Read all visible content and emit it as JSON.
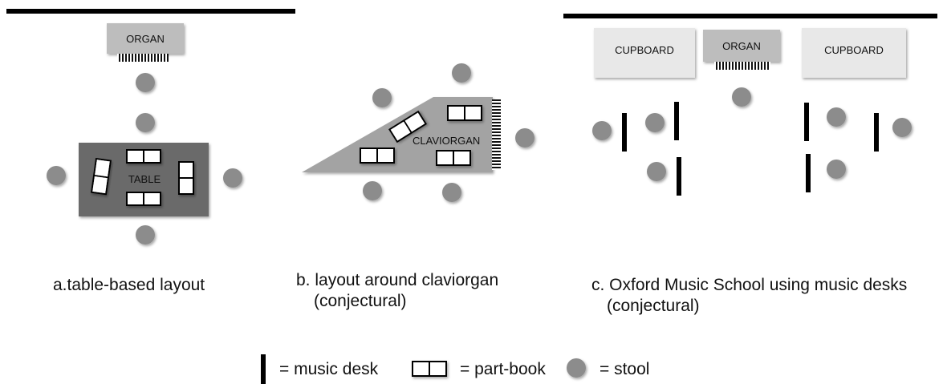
{
  "diagram_a": {
    "organ_label": "ORGAN",
    "table_label": "TABLE",
    "caption": "a.table-based layout"
  },
  "diagram_b": {
    "instrument_label": "CLAVIORGAN",
    "caption_line1": "b. layout around claviorgan",
    "caption_line2": "(conjectural)"
  },
  "diagram_c": {
    "cupboard_left_label": "CUPBOARD",
    "organ_label": "ORGAN",
    "cupboard_right_label": "CUPBOARD",
    "caption_line1": "c. Oxford Music School using music desks",
    "caption_line2": "(conjectural)"
  },
  "legend": {
    "music_desk": "= music desk",
    "part_book": "= part-book",
    "stool": "= stool"
  },
  "colors": {
    "stool": "#8c8c8c",
    "table": "#6b6b6b",
    "claviorgan": "#a3a3a3",
    "organ": "#bdbdbd",
    "cupboard": "#e8e8e8",
    "desk": "#000000"
  }
}
